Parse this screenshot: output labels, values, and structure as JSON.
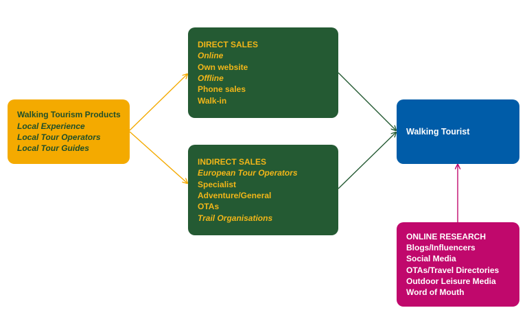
{
  "products": {
    "title": "Walking Tourism Products",
    "items": [
      "Local Experience",
      "Local Tour Operators",
      "Local Tour Guides"
    ]
  },
  "direct_sales": {
    "title": "DIRECT SALES",
    "items": [
      "Online",
      "Own website",
      "Offline",
      "Phone sales",
      "Walk-in"
    ]
  },
  "indirect_sales": {
    "title": "INDIRECT SALES",
    "items": [
      "European Tour Operators",
      "Specialist",
      "Adventure/General",
      "OTAs",
      "Trail Organisations"
    ]
  },
  "tourist": {
    "title": "Walking Tourist"
  },
  "online_research": {
    "title": "ONLINE RESEARCH",
    "items": [
      "Blogs/Influencers",
      "Social Media",
      "OTAs/Travel Directories",
      "Outdoor Leisure Media",
      "Word of Mouth"
    ]
  },
  "colors": {
    "products_fill": "#f4aa00",
    "sales_fill": "#245a33",
    "tourist_fill": "#005ca8",
    "research_fill": "#c0086c",
    "products_arrows": "#f4aa00",
    "sales_arrows": "#245a33",
    "research_arrow": "#c0086c"
  }
}
